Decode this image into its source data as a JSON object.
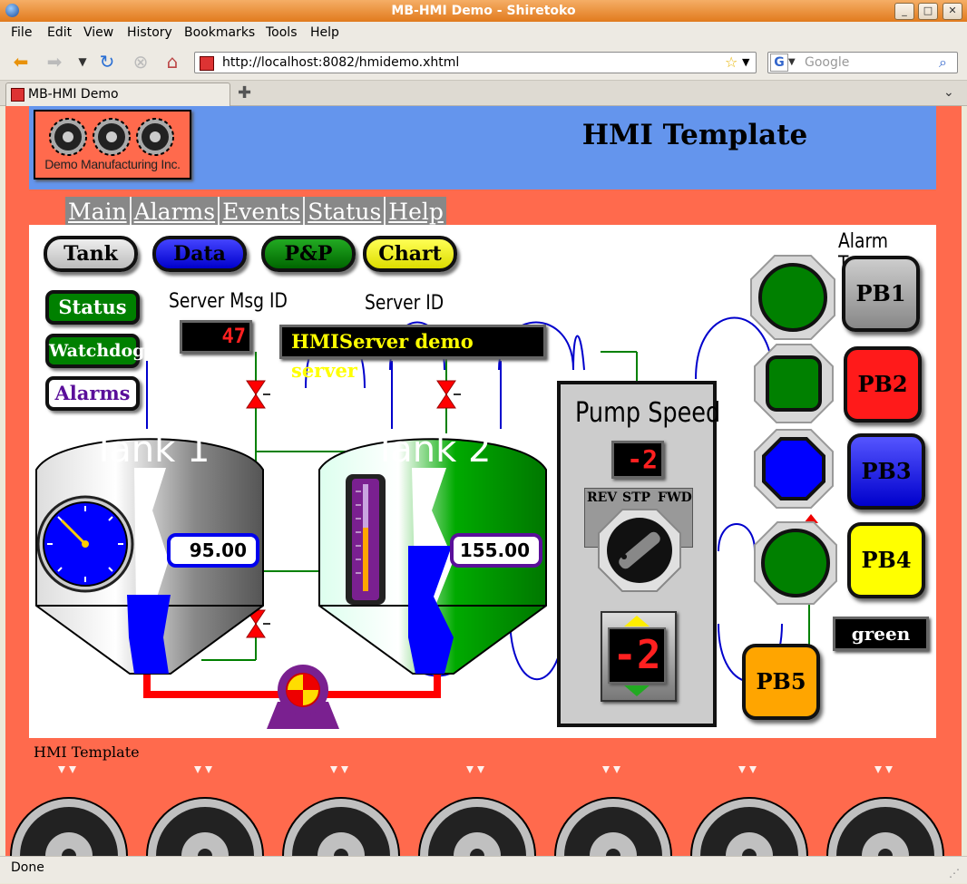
{
  "window": {
    "title": "MB-HMI Demo - Shiretoko"
  },
  "menu": [
    "File",
    "Edit",
    "View",
    "History",
    "Bookmarks",
    "Tools",
    "Help"
  ],
  "navigation": {
    "url": "http://localhost:8082/hmidemo.xhtml",
    "search_placeholder": "Google"
  },
  "tabs": [
    {
      "label": "MB-HMI Demo"
    }
  ],
  "status_bar": "Done",
  "hmi": {
    "title": "HMI Template",
    "logo_text": "Demo Manufacturing Inc.",
    "nav": [
      "Main",
      "Alarms",
      "Events",
      "Status",
      "Help"
    ],
    "screen_buttons": [
      "Tank",
      "Data",
      "P&P",
      "Chart"
    ],
    "side_buttons": [
      "Status",
      "Watchdog",
      "Alarms"
    ],
    "server_msg_id": {
      "label": "Server Msg ID",
      "value": "47"
    },
    "server_id": {
      "label": "Server ID",
      "value": "HMIServer demo server"
    },
    "tank1": {
      "label": "Tank 1",
      "value": "95.00",
      "level": 0.4
    },
    "tank2": {
      "label": "Tank 2",
      "value": "155.00",
      "level": 0.55
    },
    "pump_speed": {
      "label": "Pump Speed",
      "display": "-2",
      "big_display": "-2",
      "selector": [
        "REV",
        "STP",
        "FWD"
      ]
    },
    "alarm_test": {
      "label": "Alarm Test",
      "buttons": [
        "PB1",
        "PB2",
        "PB3",
        "PB4",
        "PB5"
      ],
      "status_text": "green"
    },
    "footer": "HMI Template",
    "colors": {
      "background": "#ff6a4d",
      "banner": "#6495ed",
      "green": "#008000",
      "blue": "#0000ff",
      "yellow": "#ffff00",
      "orange": "#ffa500",
      "red": "#ff0000",
      "gray": "#a0a0a0"
    }
  }
}
